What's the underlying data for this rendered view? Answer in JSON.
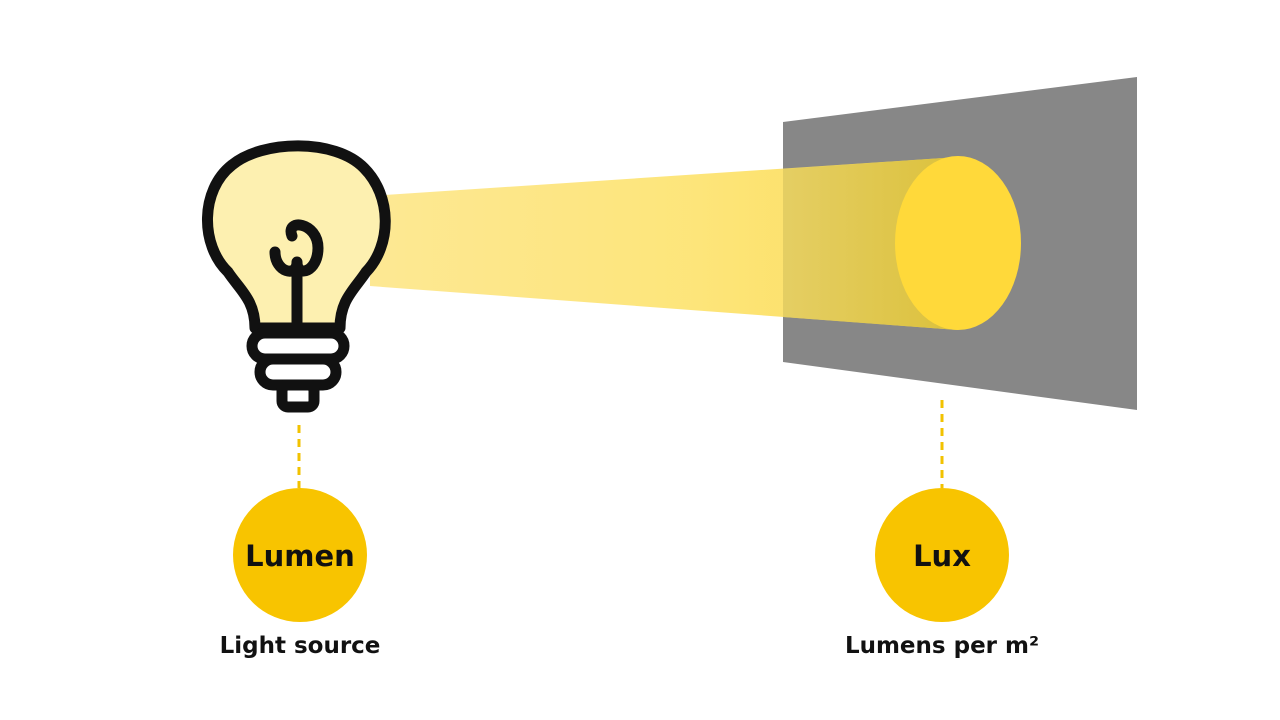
{
  "diagram": {
    "colors": {
      "background": "#ffffff",
      "badge_fill": "#f8c400",
      "beam_fill": "#fde26a",
      "spot_fill": "#ffd93a",
      "surface_fill": "#878787",
      "bulb_fill": "#fdf0b0",
      "outline": "#111111",
      "dashed_line": "#f2c200"
    },
    "source": {
      "icon": "light-bulb-icon",
      "badge_label": "Lumen",
      "caption": "Light source"
    },
    "surface": {
      "icon": "illuminated-surface",
      "badge_label": "Lux",
      "caption": "Lumens per m²"
    }
  }
}
